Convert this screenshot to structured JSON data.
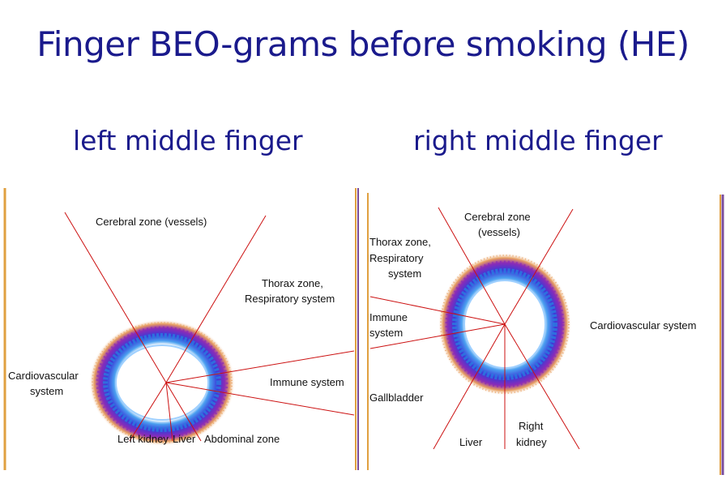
{
  "title": "Finger BEO-grams before smoking (HE)",
  "left": {
    "subtitle": "left middle finger",
    "labels": {
      "cerebral": "Cerebral zone (vessels)",
      "thorax_1": "Thorax zone,",
      "thorax_2": "Respiratory system",
      "cardio_1": "Cardiovascular",
      "cardio_2": "system",
      "immune": "Immune system",
      "left_kidney": "Left kidney",
      "liver": "Liver",
      "abdominal": "Abdominal zone"
    }
  },
  "right": {
    "subtitle": "right middle finger",
    "labels": {
      "cerebral_1": "Cerebral zone",
      "cerebral_2": "(vessels)",
      "thorax_1": "Thorax zone,",
      "thorax_2": "Respiratory",
      "thorax_3": "system",
      "immune_1": "Immune",
      "immune_2": "system",
      "cardio": "Cardiovascular system",
      "gallbladder": "Gallbladder",
      "liver": "Liver",
      "right_kidney_1": "Right",
      "right_kidney_2": "kidney"
    }
  },
  "colors": {
    "title": "#1a1a8c",
    "sector_line": "#cc1111",
    "glow_inner": "#2b7be0",
    "glow_mid": "#3a3ad8",
    "glow_outer": "#8a2bb8",
    "glow_fringe": "#e8a060",
    "border_orange": "#e0a040",
    "border_purple": "#7a4c9c"
  }
}
